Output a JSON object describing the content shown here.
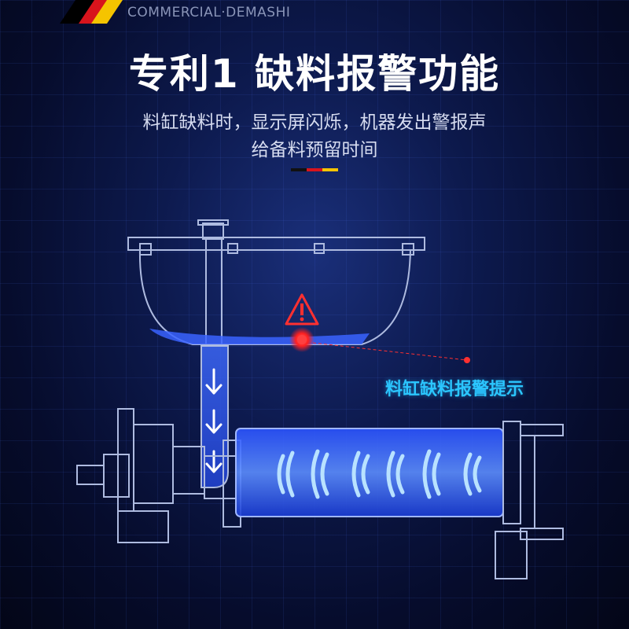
{
  "brand": "COMMERCIAL·DEMASHI",
  "title": "专利1 缺料报警功能",
  "subtitle_line1": "料缸缺料时，显示屏闪烁，机器发出警报声",
  "subtitle_line2": "给备料预留时间",
  "callout": "料缸缺料报警提示",
  "colors": {
    "brand_black": "#000000",
    "brand_red": "#d8141c",
    "brand_yellow": "#f5c400",
    "callout": "#2bc6ff",
    "alarm": "#ff2a2a"
  },
  "icons": [
    "warning-triangle-icon",
    "down-arrow-icon",
    "alarm-dot-icon"
  ]
}
